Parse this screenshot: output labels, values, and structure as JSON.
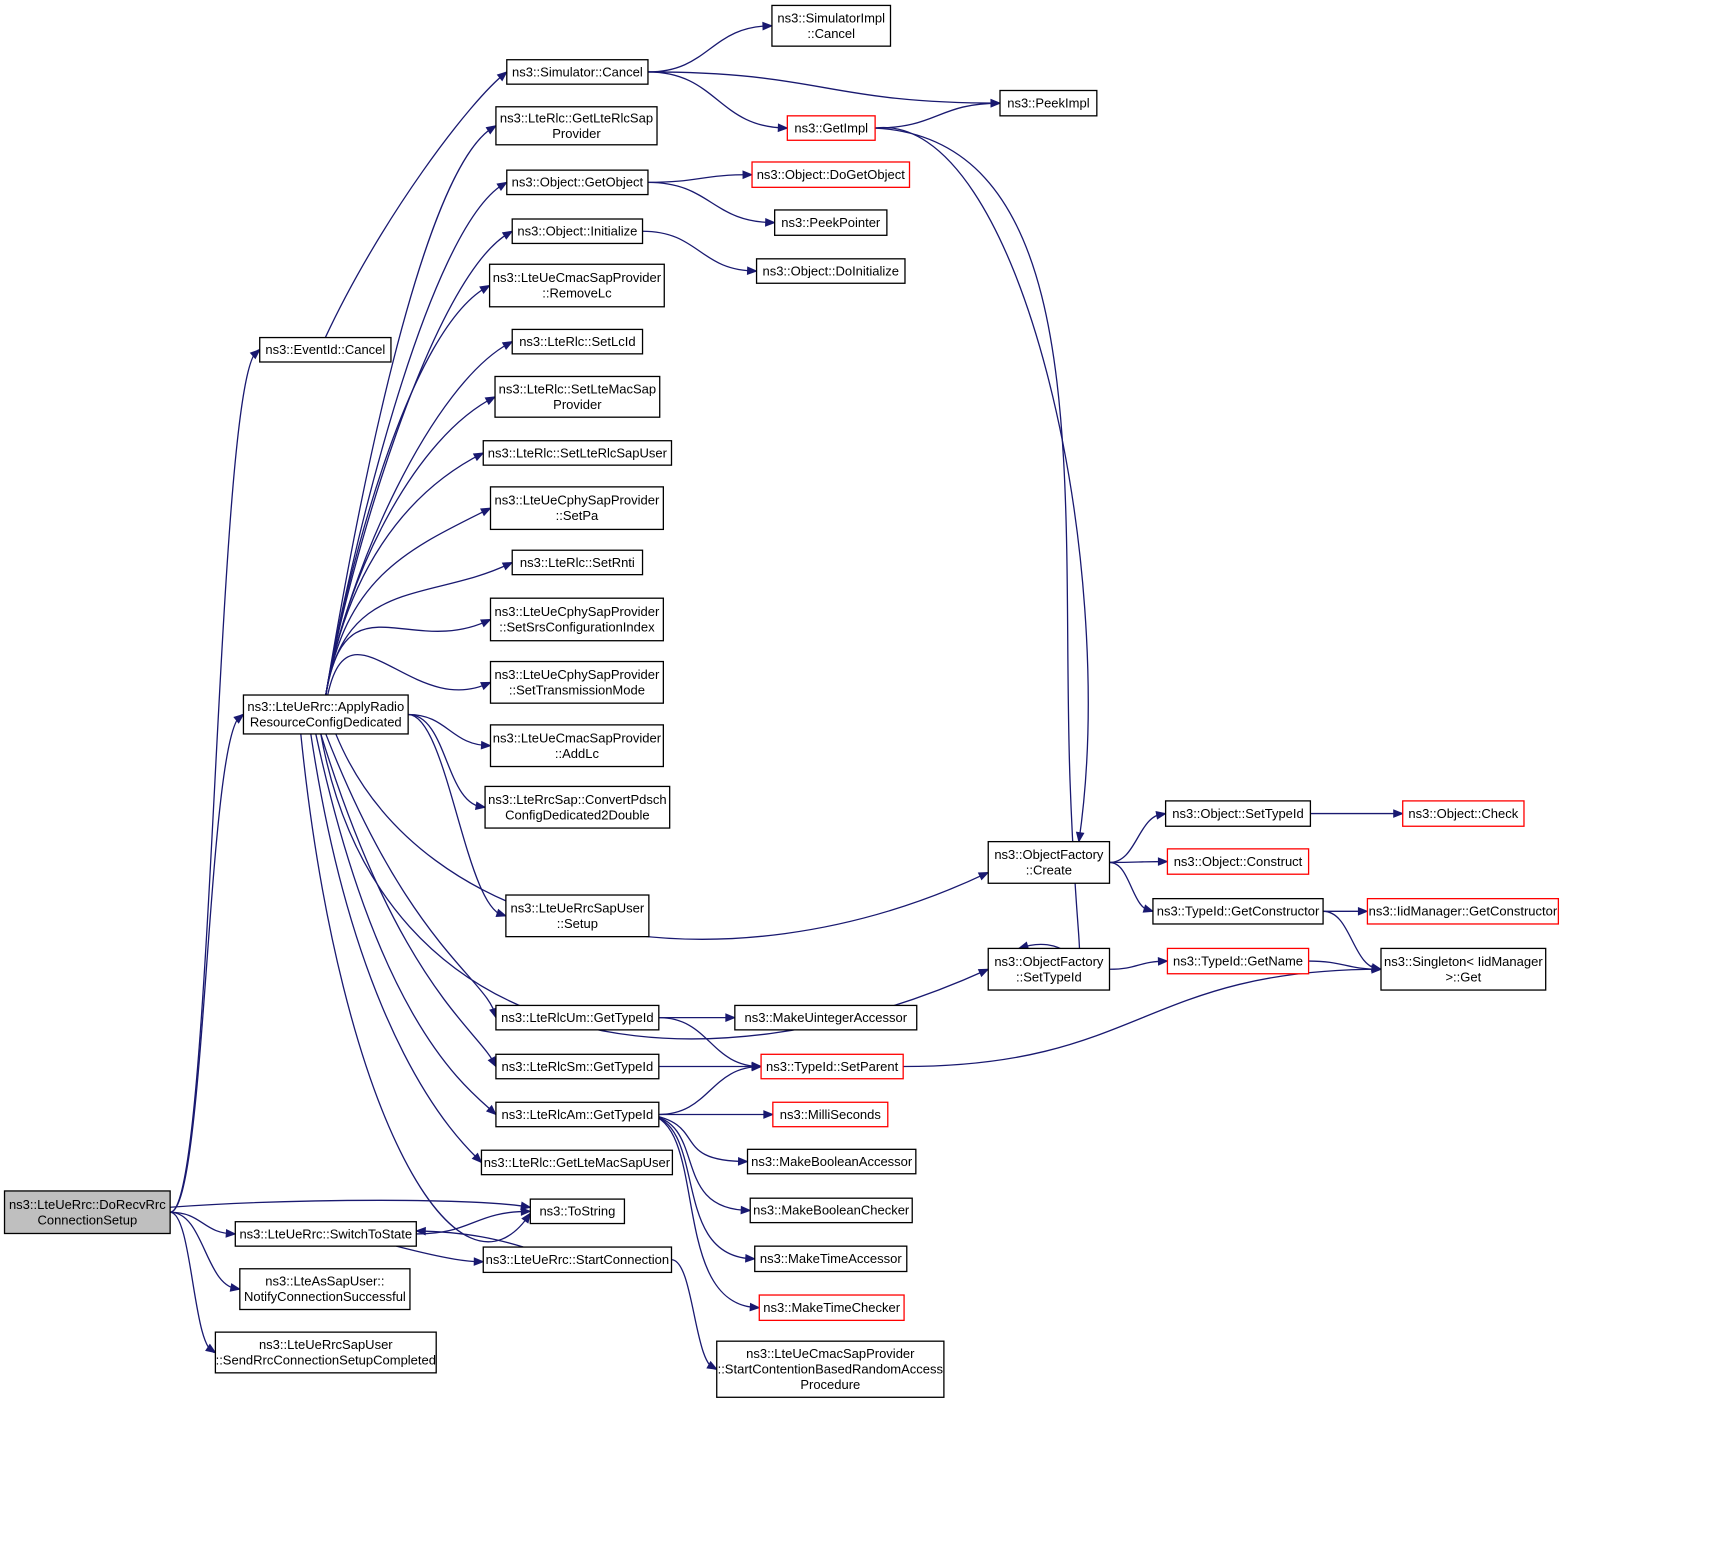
{
  "colors": {
    "edge": "#191970",
    "border_normal": "#000000",
    "border_truncated": "#ff0000",
    "fill_root": "#bfbfbf",
    "fill_normal": "#ffffff"
  },
  "nodes": {
    "root": {
      "lines": [
        "ns3::LteUeRrc::DoRecvRrc",
        "ConnectionSetup"
      ],
      "style": "root"
    },
    "evcancel": {
      "lines": [
        "ns3::EventId::Cancel"
      ],
      "style": "normal"
    },
    "applyradio": {
      "lines": [
        "ns3::LteUeRrc::ApplyRadio",
        "ResourceConfigDedicated"
      ],
      "style": "normal"
    },
    "switchstate": {
      "lines": [
        "ns3::LteUeRrc::SwitchToState"
      ],
      "style": "normal"
    },
    "notifyconn": {
      "lines": [
        "ns3::LteAsSapUser::",
        "NotifyConnectionSuccessful"
      ],
      "style": "normal"
    },
    "sendrrc": {
      "lines": [
        "ns3::LteUeRrcSapUser",
        "::SendRrcConnectionSetupCompleted"
      ],
      "style": "normal"
    },
    "simcancel": {
      "lines": [
        "ns3::Simulator::Cancel"
      ],
      "style": "normal"
    },
    "getltercsap": {
      "lines": [
        "ns3::LteRlc::GetLteRlcSap",
        "Provider"
      ],
      "style": "normal"
    },
    "getobject": {
      "lines": [
        "ns3::Object::GetObject"
      ],
      "style": "normal"
    },
    "initialize": {
      "lines": [
        "ns3::Object::Initialize"
      ],
      "style": "normal"
    },
    "removelc": {
      "lines": [
        "ns3::LteUeCmacSapProvider",
        "::RemoveLc"
      ],
      "style": "normal"
    },
    "setlcid": {
      "lines": [
        "ns3::LteRlc::SetLcId"
      ],
      "style": "normal"
    },
    "setltemacsap": {
      "lines": [
        "ns3::LteRlc::SetLteMacSap",
        "Provider"
      ],
      "style": "normal"
    },
    "setlterlcsapuser": {
      "lines": [
        "ns3::LteRlc::SetLteRlcSapUser"
      ],
      "style": "normal"
    },
    "setpa": {
      "lines": [
        "ns3::LteUeCphySapProvider",
        "::SetPa"
      ],
      "style": "normal"
    },
    "setrnti": {
      "lines": [
        "ns3::LteRlc::SetRnti"
      ],
      "style": "normal"
    },
    "setsrs": {
      "lines": [
        "ns3::LteUeCphySapProvider",
        "::SetSrsConfigurationIndex"
      ],
      "style": "normal"
    },
    "settxmode": {
      "lines": [
        "ns3::LteUeCphySapProvider",
        "::SetTransmissionMode"
      ],
      "style": "normal"
    },
    "addlc": {
      "lines": [
        "ns3::LteUeCmacSapProvider",
        "::AddLc"
      ],
      "style": "normal"
    },
    "convertpdsch": {
      "lines": [
        "ns3::LteRrcSap::ConvertPdsch",
        "ConfigDedicated2Double"
      ],
      "style": "normal"
    },
    "rrcsapsetup": {
      "lines": [
        "ns3::LteUeRrcSapUser",
        "::Setup"
      ],
      "style": "normal"
    },
    "umgettypeid": {
      "lines": [
        "ns3::LteRlcUm::GetTypeId"
      ],
      "style": "normal"
    },
    "smgettypeid": {
      "lines": [
        "ns3::LteRlcSm::GetTypeId"
      ],
      "style": "normal"
    },
    "amgettypeid": {
      "lines": [
        "ns3::LteRlcAm::GetTypeId"
      ],
      "style": "normal"
    },
    "getltemacsapuser": {
      "lines": [
        "ns3::LteRlc::GetLteMacSapUser"
      ],
      "style": "normal"
    },
    "tostring": {
      "lines": [
        "ns3::ToString"
      ],
      "style": "normal"
    },
    "startconn": {
      "lines": [
        "ns3::LteUeRrc::StartConnection"
      ],
      "style": "normal"
    },
    "simimplcancel": {
      "lines": [
        "ns3::SimulatorImpl",
        "::Cancel"
      ],
      "style": "normal"
    },
    "getimpl": {
      "lines": [
        "ns3::GetImpl"
      ],
      "style": "truncated"
    },
    "peekimpl": {
      "lines": [
        "ns3::PeekImpl"
      ],
      "style": "normal"
    },
    "dogetobject": {
      "lines": [
        "ns3::Object::DoGetObject"
      ],
      "style": "truncated"
    },
    "peekpointer": {
      "lines": [
        "ns3::PeekPointer"
      ],
      "style": "normal"
    },
    "doinitialize": {
      "lines": [
        "ns3::Object::DoInitialize"
      ],
      "style": "normal"
    },
    "ofcreate": {
      "lines": [
        "ns3::ObjectFactory",
        "::Create"
      ],
      "style": "normal"
    },
    "ofsettypeid": {
      "lines": [
        "ns3::ObjectFactory",
        "::SetTypeId"
      ],
      "style": "normal"
    },
    "makeuint": {
      "lines": [
        "ns3::MakeUintegerAccessor"
      ],
      "style": "normal"
    },
    "setparent": {
      "lines": [
        "ns3::TypeId::SetParent"
      ],
      "style": "truncated"
    },
    "milliseconds": {
      "lines": [
        "ns3::MilliSeconds"
      ],
      "style": "truncated"
    },
    "makeboolacc": {
      "lines": [
        "ns3::MakeBooleanAccessor"
      ],
      "style": "normal"
    },
    "makeboolchk": {
      "lines": [
        "ns3::MakeBooleanChecker"
      ],
      "style": "normal"
    },
    "maketimeacc": {
      "lines": [
        "ns3::MakeTimeAccessor"
      ],
      "style": "normal"
    },
    "maketimechk": {
      "lines": [
        "ns3::MakeTimeChecker"
      ],
      "style": "truncated"
    },
    "startcontention": {
      "lines": [
        "ns3::LteUeCmacSapProvider",
        "::StartContentionBasedRandomAccess",
        "Procedure"
      ],
      "style": "normal"
    },
    "objsettypeid": {
      "lines": [
        "ns3::Object::SetTypeId"
      ],
      "style": "normal"
    },
    "objconstruct": {
      "lines": [
        "ns3::Object::Construct"
      ],
      "style": "truncated"
    },
    "typeidgetctor": {
      "lines": [
        "ns3::TypeId::GetConstructor"
      ],
      "style": "normal"
    },
    "typeidgetname": {
      "lines": [
        "ns3::TypeId::GetName"
      ],
      "style": "truncated"
    },
    "objcheck": {
      "lines": [
        "ns3::Object::Check"
      ],
      "style": "truncated"
    },
    "iidgetctor": {
      "lines": [
        "ns3::IidManager::GetConstructor"
      ],
      "style": "truncated"
    },
    "singletonget": {
      "lines": [
        "ns3::Singleton< IidManager",
        ">::Get"
      ],
      "style": "normal"
    }
  },
  "edges": [
    [
      "root",
      "evcancel"
    ],
    [
      "root",
      "applyradio"
    ],
    [
      "root",
      "switchstate"
    ],
    [
      "root",
      "notifyconn"
    ],
    [
      "root",
      "sendrrc"
    ],
    [
      "root",
      "tostring"
    ],
    [
      "evcancel",
      "simcancel"
    ],
    [
      "simcancel",
      "simimplcancel"
    ],
    [
      "simcancel",
      "peekimpl"
    ],
    [
      "simcancel",
      "getimpl"
    ],
    [
      "getimpl",
      "peekimpl"
    ],
    [
      "getimpl",
      "ofcreate"
    ],
    [
      "getimpl",
      "ofsettypeid"
    ],
    [
      "applyradio",
      "getltercsap"
    ],
    [
      "applyradio",
      "getobject"
    ],
    [
      "applyradio",
      "initialize"
    ],
    [
      "applyradio",
      "removelc"
    ],
    [
      "applyradio",
      "setlcid"
    ],
    [
      "applyradio",
      "setltemacsap"
    ],
    [
      "applyradio",
      "setlterlcsapuser"
    ],
    [
      "applyradio",
      "setpa"
    ],
    [
      "applyradio",
      "setrnti"
    ],
    [
      "applyradio",
      "setsrs"
    ],
    [
      "applyradio",
      "settxmode"
    ],
    [
      "applyradio",
      "addlc"
    ],
    [
      "applyradio",
      "convertpdsch"
    ],
    [
      "applyradio",
      "ofcreate"
    ],
    [
      "applyradio",
      "rrcsapsetup"
    ],
    [
      "applyradio",
      "ofsettypeid"
    ],
    [
      "applyradio",
      "umgettypeid"
    ],
    [
      "applyradio",
      "smgettypeid"
    ],
    [
      "applyradio",
      "amgettypeid"
    ],
    [
      "applyradio",
      "getltemacsapuser"
    ],
    [
      "applyradio",
      "tostring"
    ],
    [
      "getobject",
      "dogetobject"
    ],
    [
      "getobject",
      "peekpointer"
    ],
    [
      "initialize",
      "doinitialize"
    ],
    [
      "ofcreate",
      "objsettypeid"
    ],
    [
      "ofcreate",
      "objconstruct"
    ],
    [
      "ofcreate",
      "typeidgetctor"
    ],
    [
      "objsettypeid",
      "objcheck"
    ],
    [
      "typeidgetctor",
      "iidgetctor"
    ],
    [
      "typeidgetctor",
      "singletonget"
    ],
    [
      "ofsettypeid",
      "typeidgetname"
    ],
    [
      "typeidgetname",
      "singletonget"
    ],
    [
      "umgettypeid",
      "makeuint"
    ],
    [
      "umgettypeid",
      "setparent"
    ],
    [
      "smgettypeid",
      "setparent"
    ],
    [
      "amgettypeid",
      "setparent"
    ],
    [
      "amgettypeid",
      "milliseconds"
    ],
    [
      "amgettypeid",
      "makeboolacc"
    ],
    [
      "amgettypeid",
      "makeboolchk"
    ],
    [
      "amgettypeid",
      "maketimeacc"
    ],
    [
      "amgettypeid",
      "maketimechk"
    ],
    [
      "setparent",
      "singletonget"
    ],
    [
      "switchstate",
      "tostring"
    ],
    [
      "switchstate",
      "startconn"
    ],
    [
      "startconn",
      "switchstate"
    ],
    [
      "startconn",
      "startcontention"
    ]
  ]
}
